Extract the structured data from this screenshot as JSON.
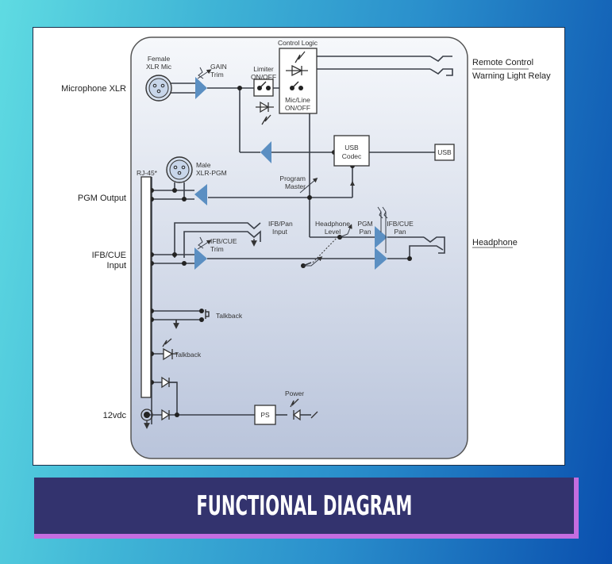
{
  "diagram": {
    "external_labels": {
      "microphone_xlr": "Microphone XLR",
      "pgm_output": "PGM Output",
      "ifb_cue_input_line1": "IFB/CUE",
      "ifb_cue_input_line2": "Input",
      "vdc": "12vdc",
      "remote_control": "Remote Control",
      "warning_light_relay": "Warning Light Relay",
      "headphone": "Headphone"
    },
    "components": {
      "female_xlr_line1": "Female",
      "female_xlr_line2": "XLR Mic",
      "gain_line1": "GAIN",
      "gain_line2": "Trim",
      "limiter_line1": "Limiter",
      "limiter_line2": "ON/OFF",
      "control_logic": "Control Logic",
      "mic_line_line1": "Mic/Line",
      "mic_line_line2": "ON/OFF",
      "usb_codec_line1": "USB",
      "usb_codec_line2": "Codec",
      "usb_port": "USB",
      "male_xlr_line1": "Male",
      "male_xlr_line2": "XLR-PGM",
      "rj45": "RJ-45*",
      "program_master_line1": "Program",
      "program_master_line2": "Master",
      "ifb_pan_line1": "IFB/Pan",
      "ifb_pan_line2": "Input",
      "headphone_level_line1": "Headphone",
      "headphone_level_line2": "Level",
      "pgm_pan_line1": "PGM",
      "pgm_pan_line2": "Pan",
      "ifb_cue_pan_line1": "IFB/CUE",
      "ifb_cue_pan_line2": "Pan",
      "ifb_cue_trim_line1": "IFB/CUE",
      "ifb_cue_trim_line2": "Trim",
      "talkback_switch": "Talkback",
      "talkback_led": "Talkback",
      "power": "Power",
      "ps": "PS"
    },
    "colors": {
      "amp_fill": "#5b8fc2",
      "panel_top": "#f4f6fa",
      "panel_bottom": "#bcc6dc",
      "wire": "#3a3f48"
    }
  },
  "banner": {
    "title": "FUNCTIONAL DIAGRAM",
    "background": "#33336e",
    "accent": "#c46de0"
  }
}
